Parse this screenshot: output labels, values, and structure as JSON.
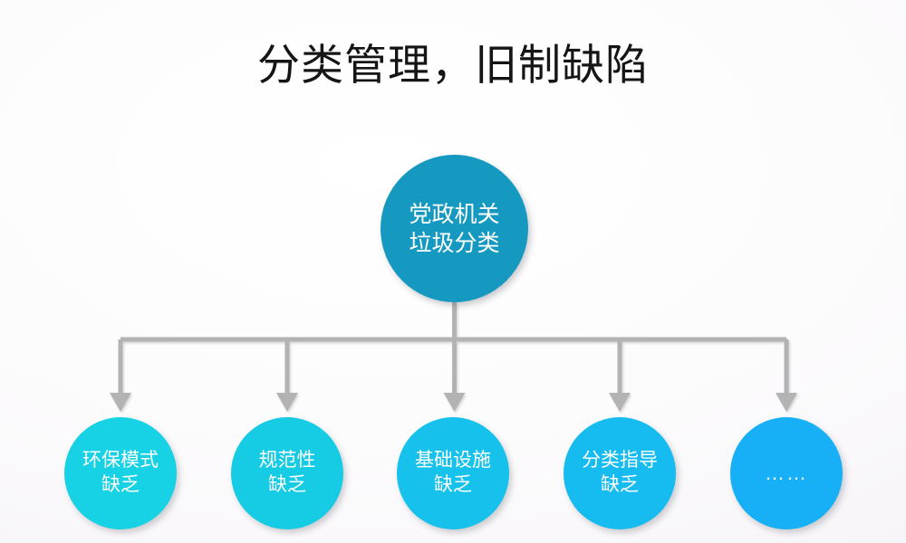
{
  "slide": {
    "title": "分类管理，旧制缺陷",
    "background_color": "#fbf9fc"
  },
  "diagram": {
    "type": "hierarchy-tree",
    "root": {
      "label": "党政机关\n垃圾分类",
      "color": "#1599c0",
      "shape": "circle"
    },
    "children": [
      {
        "label": "环保模式\n缺乏",
        "color": "#17d2e4",
        "shape": "circle"
      },
      {
        "label": "规范性\n缺乏",
        "color": "#16cbe4",
        "shape": "circle"
      },
      {
        "label": "基础设施\n缺乏",
        "color": "#16c2ec",
        "shape": "circle"
      },
      {
        "label": "分类指导\n缺乏",
        "color": "#16bbf0",
        "shape": "circle"
      },
      {
        "label": "……",
        "color": "#17b0f6",
        "shape": "circle"
      }
    ],
    "connector": {
      "style": "elbow-bus-with-arrowheads",
      "color": "#b3b3b3"
    }
  }
}
